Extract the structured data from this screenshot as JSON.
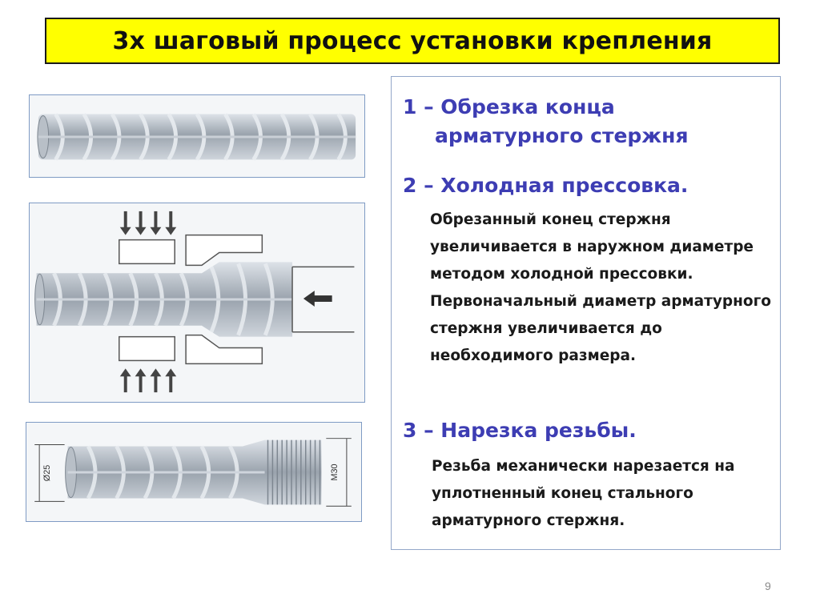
{
  "slide": {
    "title": "3х шаговый процесс установки крепления",
    "page_number": "9",
    "colors": {
      "title_bg": "#ffff00",
      "step_heading": "#3d3db3",
      "panel_border": "#93a7c9"
    }
  },
  "steps": [
    {
      "heading_line1": "1 – Обрезка конца",
      "heading_line2": "арматурного стержня",
      "description": ""
    },
    {
      "heading_line1": "2 – Холодная прессовка.",
      "description": "Обрезанный конец стержня увеличивается в наружном диаметре методом холодной прессовки.  Первоначальный диаметр арматурного стержня увеличивается до необходимого размера."
    },
    {
      "heading_line1": "3 – Нарезка резьбы.",
      "description": " Резьба механически нарезается на уплотненный конец стального арматурного стержня."
    }
  ],
  "figures": {
    "thread_figure": {
      "left_dimension": "Ø25",
      "right_dimension": "M30"
    }
  }
}
